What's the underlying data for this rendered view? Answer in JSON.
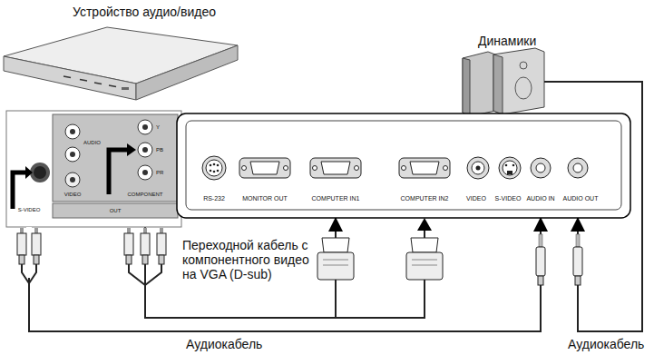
{
  "diagram": {
    "nodes": [
      {
        "text": [
          "Устройство аудио/видео"
        ]
      },
      {
        "text": [
          "Динамики"
        ]
      },
      {
        "text": [
          "S-VIDEO",
          "VIDEO",
          "AUDIO",
          "COMPONENT",
          "OUT",
          "Y",
          "PB",
          "PR"
        ]
      },
      {
        "text": [
          "RS-232",
          "MONITOR OUT",
          "COMPUTER IN1",
          "COMPUTER IN2",
          "VIDEO",
          "S-VIDEO",
          "AUDIO IN",
          "AUDIO OUT"
        ]
      }
    ],
    "edges": [
      {
        "from": 2,
        "to": 3,
        "label": "Аудиокабель",
        "arrow": "to"
      },
      {
        "from": 2,
        "to": 3,
        "label": "Переходной кабель с компонентного видео на VGA (D-sub)",
        "arrow": "to"
      },
      {
        "from": 1,
        "to": 3,
        "label": "Аудиокабель",
        "arrow": "to"
      }
    ]
  }
}
